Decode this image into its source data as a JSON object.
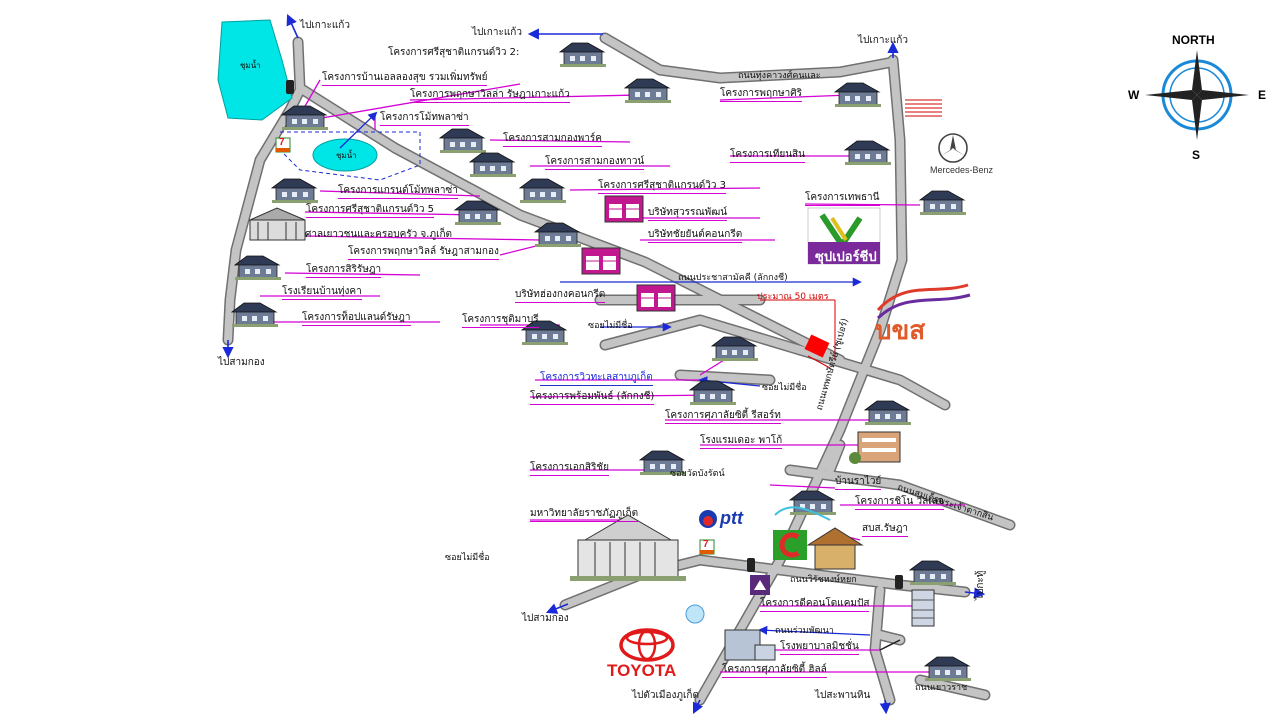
{
  "compass": {
    "north": "NORTH",
    "west": "W",
    "east": "E",
    "south": "S"
  },
  "directions": {
    "koh_kaew_1": "ไปเกาะแก้ว",
    "koh_kaew_2": "ไปเกาะแก้ว",
    "koh_kaew_3": "ไปเกาะแก้ว",
    "samkong_1": "ไปสามกอง",
    "samkong_2": "ไปสามกอง",
    "town": "ไปตัวเมืองภูเก็ต",
    "saphan_hin": "ไปสะพานหิน",
    "kathu": "ไปกะทู้"
  },
  "water": {
    "pond_1": "ชุมน้ำ",
    "pond_2": "ชุมน้ำ"
  },
  "roads": {
    "thepkrasattri": "ถนนทุ่งคาวงศ์คนและ",
    "prasertsak": "ถนนประชาสามัคคี (ลักกงชี)",
    "lane_1": "ซอยไม่มีชื่อ",
    "lane_2": "ซอยไม่มีชื่อ",
    "lane_3": "ซอยไม่มีชื่อ",
    "lane_4": "ซอยวัดบังรัตน์",
    "samkong_rd": "ถนนวิรัชหงษ์หยก",
    "ruamphatthana": "ถนนร่วมพัฒนา",
    "bypass": "ถนนเทพกษัตรีย์ (ซูเปอร์)",
    "phuket_rd": "ถนนสมเด็จพระเจ้าตากสิน",
    "yaowarat": "ถนนเยาวราช"
  },
  "projects": {
    "sriaemsin2": "โครงการศรีสุชาติแกรนด์วิว 2:",
    "baanpruksa": "โครงการบ้านเอลลองสุข รวมเพิ่มทรัพย์",
    "pruksavilla": "โครงการพฤกษาวิลล่า รัษฎาเกาะแก้ว",
    "pruksasiri": "โครงการพฤกษาศิริ",
    "mottaplace": "โครงการโม้ทพลาซ่า",
    "saemkong_park": "โครงการสามกองพาร์ค",
    "saemkong_town": "โครงการสามกองทาวน์",
    "thiensin": "โครงการเทียนสิน",
    "sriaem3": "โครงการศรีสุชาติแกรนด์วิว 3",
    "grand_motto": "โครงการแกรนด์โม้ทพลาซ่า",
    "sriaem5": "โครงการศรีสุชาติแกรนด์วิว 5",
    "youthcourt": "ศาลเยาวชนและครอบครัว จ.ภูเก็ต",
    "pruksa_samkong": "โครงการพฤกษาวิลล์ รัษฎาสามกอง",
    "sirirasada": "โครงการสิริรัษฎา",
    "school": "โรงเรียนบ้านทุ่งคา",
    "topland": "โครงการท็อปแลนด์รัษฎา",
    "thephani": "โครงการเทพธานี",
    "suwannaphat": "บริษัทสุวรรณพัฒน์",
    "chaiyaphan": "บริษัทชัยยันต์คอนกรีต",
    "hongkongcrete": "บริษัทฮ่องกงคอนกรีต",
    "chokchai": "โครงการชุติมาบุรี",
    "nusasa": "โครงการวิวทะเลสาบภูเก็ต",
    "prommin": "โครงการพร้อมพันธ์ (ลักกงชี)",
    "supalai_resort": "โครงการศุภาลัยซิตี้ รีสอร์ท",
    "deephotel": "โรงแรมเดอะ พาโก้",
    "eksiri": "โครงการเอกสิริชัย",
    "banrawa": "บ้านราไวย์",
    "chino": "โครงการชิโน วิลเลจ",
    "rajabhat": "มหาวิทยาลัยราชภัฏภูเก็ต",
    "sbb": "สบส.รัษฎา",
    "condo": "โครงการดีคอนโดแคมปัส",
    "hospital": "โรงพยาบาลมิชชั่น",
    "supalai_hill": "โครงการศุภาลัยซิตี้ ฮิลล์",
    "nolane": "ซอยไม่มีชื่อ"
  },
  "brands": {
    "benz": "Mercedes-Benz",
    "supercheap": "ซุปเปอร์ชีป",
    "bks": "บขส",
    "ptt": "ptt",
    "toyota": "TOYOTA",
    "seven": "7"
  },
  "site_note": "ประมาณ 50 เมตร",
  "colors": {
    "water": "#00e5e5",
    "road": "#bdbdbd",
    "road_edge": "#707070",
    "project_line": "#d400d4",
    "arrow": "#1a2ad8",
    "site": "#ff0000"
  }
}
